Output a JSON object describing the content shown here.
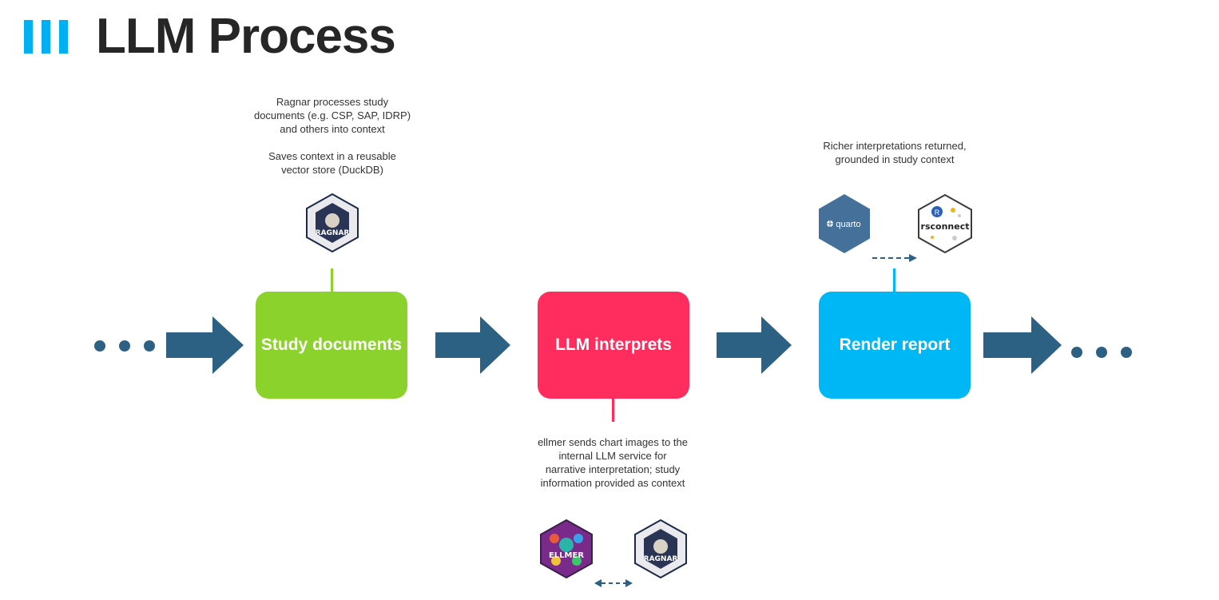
{
  "title": "LLM Process",
  "colors": {
    "accent": "#00b0f0",
    "arrow": "#2d6183",
    "study": "#8bd22c",
    "llm": "#ff2d5e",
    "render": "#00b7f6"
  },
  "boxes": {
    "study": "Study documents",
    "llm": "LLM interprets",
    "render": "Render report"
  },
  "notes": {
    "ragnar": "Ragnar processes study\ndocuments (e.g. CSP, SAP, IDRP)\nand others into context\n\nSaves context in a reusable\nvector store (DuckDB)",
    "ellmer": "ellmer sends chart images to the\ninternal LLM service for\nnarrative interpretation; study\ninformation provided as context",
    "render": "Richer interpretations returned,\ngrounded in study context"
  },
  "logos": {
    "ragnar": "RAGNAR",
    "ellmer": "ELLMER",
    "quarto": "quarto",
    "rsconnect": "rsconnect"
  }
}
